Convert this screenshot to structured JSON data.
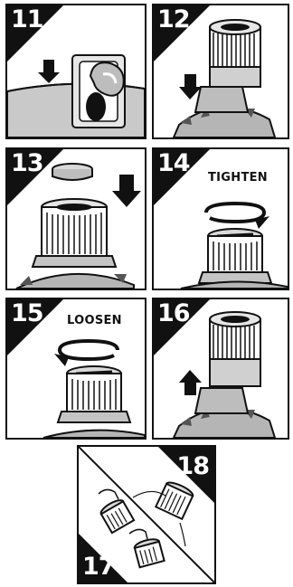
{
  "steps": [
    {
      "number": "11"
    },
    {
      "number": "12"
    },
    {
      "number": "13"
    },
    {
      "number": "14",
      "instruction": "TIGHTEN"
    },
    {
      "number": "15",
      "instruction": "LOOSEN"
    },
    {
      "number": "16"
    },
    {
      "number": "17"
    },
    {
      "number": "18"
    }
  ],
  "icons": [
    "down-arrow-icon",
    "up-arrow-icon",
    "rotate-clockwise-icon",
    "rotate-counterclockwise-icon",
    "filter-cartridge-icon"
  ]
}
